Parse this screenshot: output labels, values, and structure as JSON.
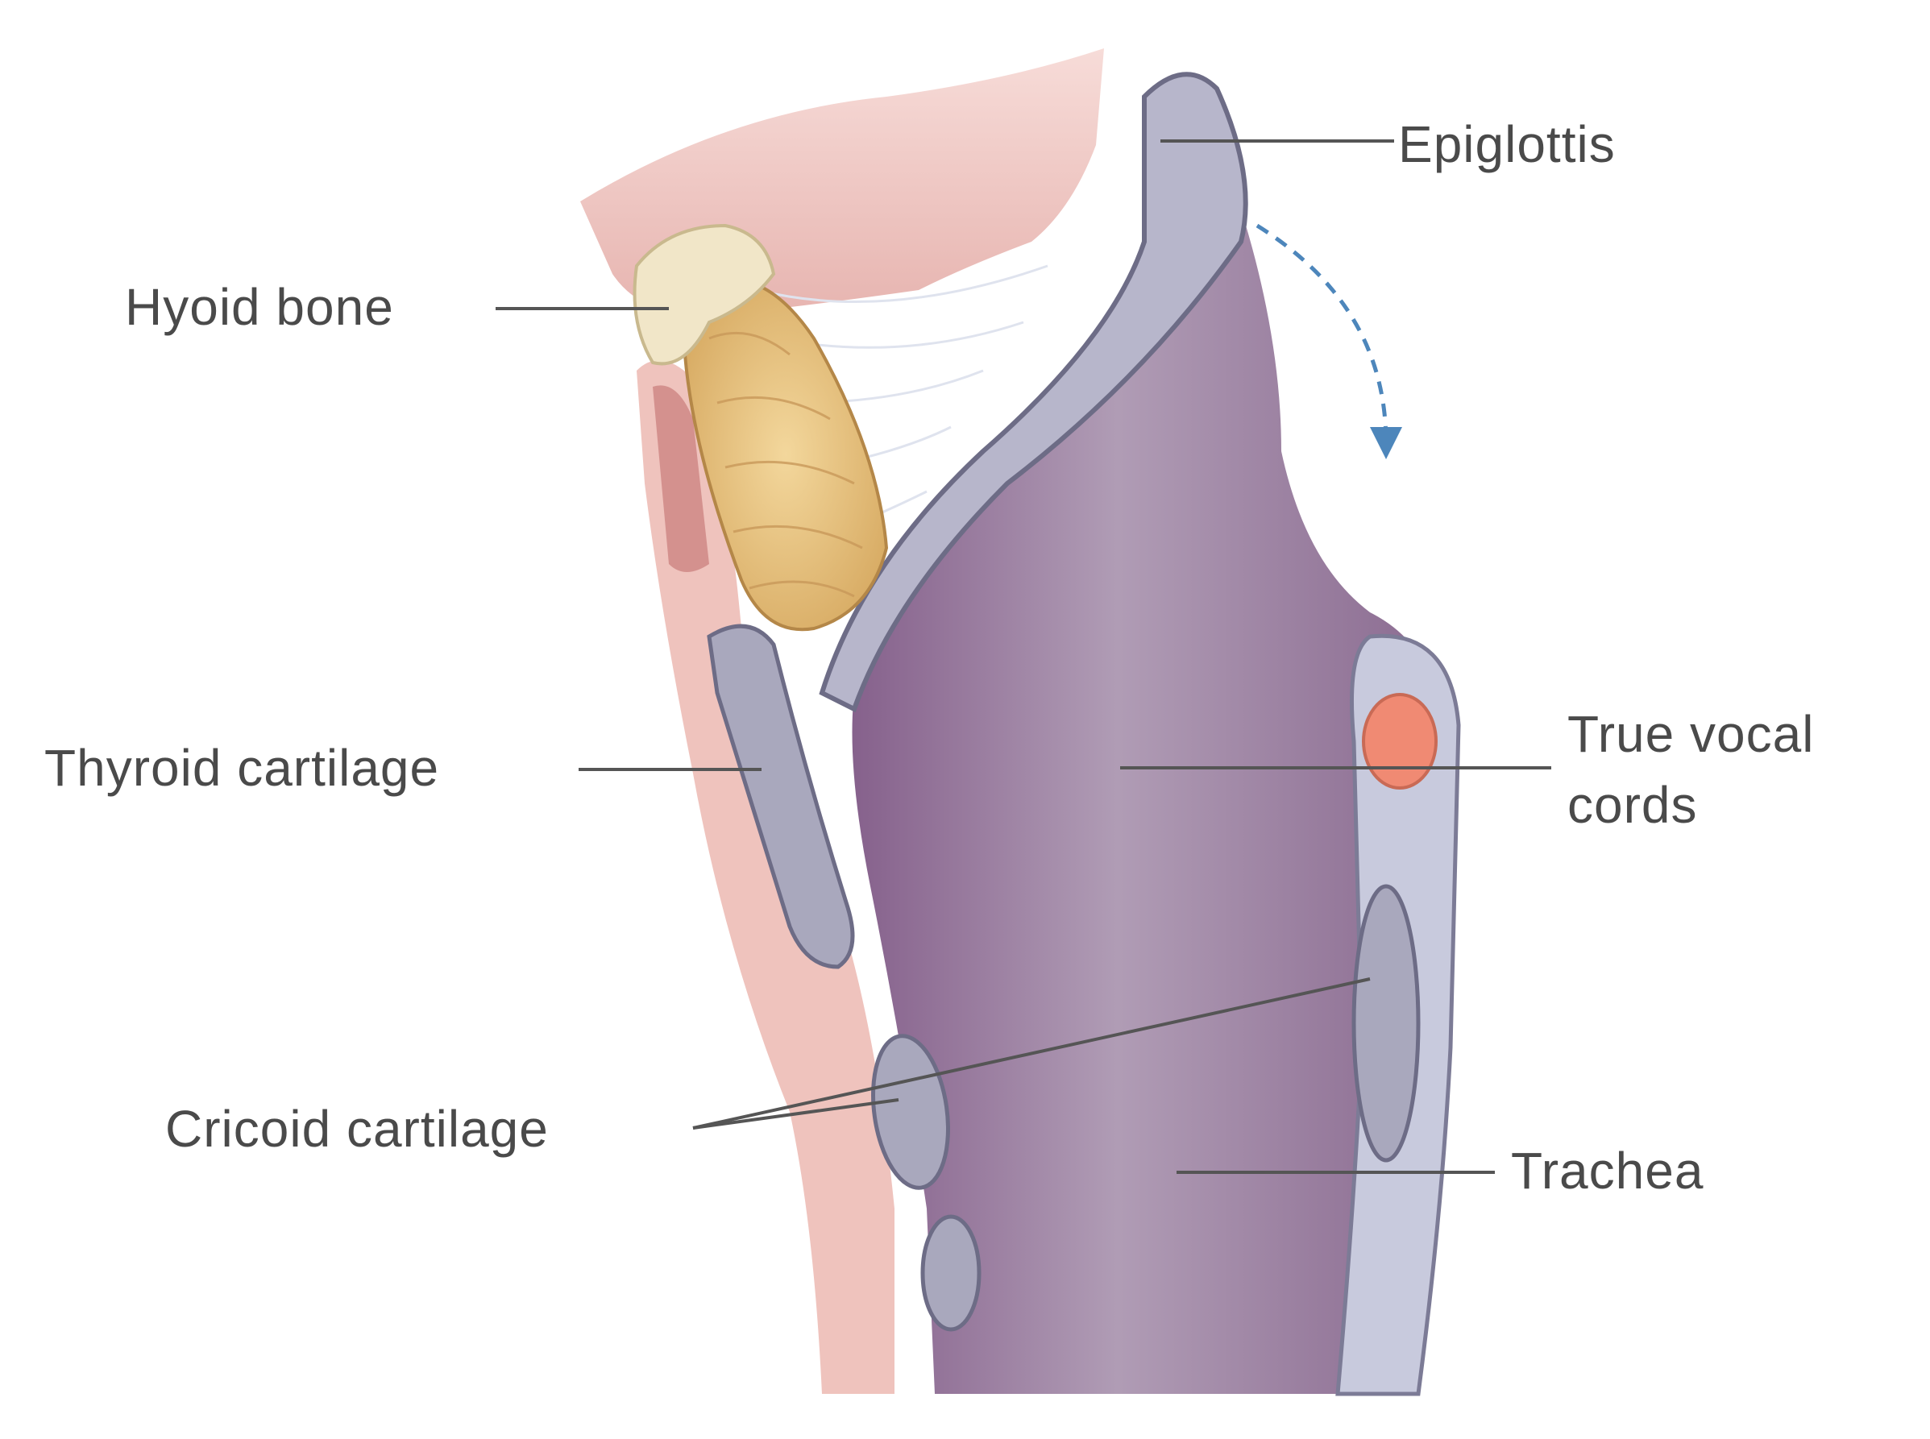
{
  "labels": {
    "epiglottis": "Epiglottis",
    "hyoid_bone": "Hyoid bone",
    "thyroid_cartilage": "Thyroid cartilage",
    "true_vocal_cords_line1": "True vocal",
    "true_vocal_cords_line2": "cords",
    "cricoid_cartilage": "Cricoid cartilage",
    "trachea": "Trachea"
  },
  "colors": {
    "label_text": "#4a4a4a",
    "leader_line": "#555555",
    "lumen": "#9a7a9e",
    "cartilage": "#a9a8bd",
    "cartilage_outline": "#6d6c86",
    "hyoid": "#f1e6c8",
    "fat_pad": "#e2bf7f",
    "tissue": "#e8b9b4",
    "vocal_cord": "#f08a73",
    "arrow": "#4d86bb"
  }
}
